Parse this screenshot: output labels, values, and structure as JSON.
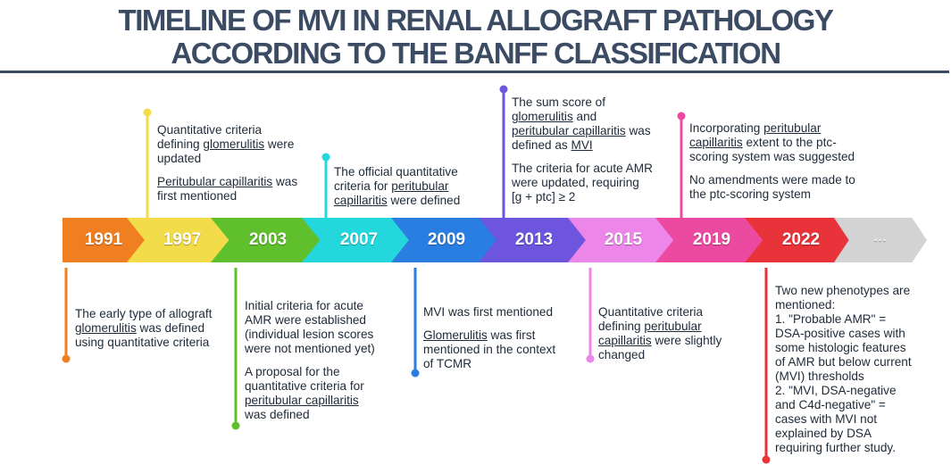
{
  "title": {
    "line1": "TIMELINE  OF  MVI IN RENAL ALLOGRAFT PATHOLOGY",
    "line2": "ACCORDING TO  THE  BANFF CLASSIFICATION"
  },
  "colors": {
    "title": "#3a4b63",
    "y1991": "#f07f22",
    "y1997": "#f2dc4a",
    "y2003": "#5fbf2c",
    "y2007": "#23d7dc",
    "y2009": "#2a7de1",
    "y2013": "#6d55de",
    "y2015": "#ec86e8",
    "y2019": "#ec4aa0",
    "y2022": "#e8333a",
    "more": "#d3d3d3"
  },
  "years": [
    "1991",
    "1997",
    "2003",
    "2007",
    "2009",
    "2013",
    "2015",
    "2019",
    "2022",
    "···"
  ],
  "events": {
    "y1991": {
      "lines": [
        [
          {
            "t": "The early type of allograft"
          }
        ],
        [
          {
            "t": "glomerulitis",
            "u": true
          },
          {
            "t": " was defined"
          }
        ],
        [
          {
            "t": "using quantitative criteria"
          }
        ]
      ]
    },
    "y1997": {
      "paragraphs": [
        [
          [
            {
              "t": "Quantitative criteria"
            }
          ],
          [
            {
              "t": "defining "
            },
            {
              "t": "glomerulitis",
              "u": true
            },
            {
              "t": " were"
            }
          ],
          [
            {
              "t": "updated"
            }
          ]
        ],
        [
          [
            {
              "t": "Peritubular capillaritis",
              "u": true
            },
            {
              "t": " was"
            }
          ],
          [
            {
              "t": "first mentioned"
            }
          ]
        ]
      ]
    },
    "y2003": {
      "paragraphs": [
        [
          [
            {
              "t": "Initial criteria for acute"
            }
          ],
          [
            {
              "t": "AMR were established"
            }
          ],
          [
            {
              "t": "(individual lesion scores"
            }
          ],
          [
            {
              "t": "were not mentioned yet)"
            }
          ]
        ],
        [
          [
            {
              "t": "A proposal for the"
            }
          ],
          [
            {
              "t": "quantitative criteria for"
            }
          ],
          [
            {
              "t": "peritubular capillaritis",
              "u": true
            }
          ],
          [
            {
              "t": "was defined"
            }
          ]
        ]
      ]
    },
    "y2007": {
      "lines": [
        [
          {
            "t": "The official quantitative"
          }
        ],
        [
          {
            "t": "criteria for "
          },
          {
            "t": "peritubular",
            "u": true
          }
        ],
        [
          {
            "t": "capillaritis",
            "u": true
          },
          {
            "t": " were defined"
          }
        ]
      ]
    },
    "y2009": {
      "paragraphs": [
        [
          [
            {
              "t": "MVI was first mentioned"
            }
          ]
        ],
        [
          [
            {
              "t": "Glomerulitis",
              "u": true
            },
            {
              "t": " was first"
            }
          ],
          [
            {
              "t": "mentioned in the context"
            }
          ],
          [
            {
              "t": "of TCMR"
            }
          ]
        ]
      ]
    },
    "y2013": {
      "paragraphs": [
        [
          [
            {
              "t": "The sum score of"
            }
          ],
          [
            {
              "t": "glomerulitis",
              "u": true
            },
            {
              "t": " and"
            }
          ],
          [
            {
              "t": "peritubular capillaritis",
              "u": true
            },
            {
              "t": " was"
            }
          ],
          [
            {
              "t": "defined as "
            },
            {
              "t": "MVI",
              "u": true
            }
          ]
        ],
        [
          [
            {
              "t": "The criteria for acute AMR"
            }
          ],
          [
            {
              "t": "were updated, requiring"
            }
          ],
          [
            {
              "t": "[g + ptc] ≥ 2"
            }
          ]
        ]
      ]
    },
    "y2015": {
      "lines": [
        [
          {
            "t": "Quantitative criteria"
          }
        ],
        [
          {
            "t": "defining "
          },
          {
            "t": "peritubular",
            "u": true
          }
        ],
        [
          {
            "t": "capillaritis",
            "u": true
          },
          {
            "t": " were slightly"
          }
        ],
        [
          {
            "t": "changed"
          }
        ]
      ]
    },
    "y2019": {
      "paragraphs": [
        [
          [
            {
              "t": "Incorporating "
            },
            {
              "t": "peritubular",
              "u": true
            }
          ],
          [
            {
              "t": "capillaritis",
              "u": true
            },
            {
              "t": " extent to the ptc-"
            }
          ],
          [
            {
              "t": "scoring system was suggested"
            }
          ]
        ],
        [
          [
            {
              "t": "No amendments were made to"
            }
          ],
          [
            {
              "t": "the ptc-scoring system"
            }
          ]
        ]
      ]
    },
    "y2022": {
      "lines": [
        [
          {
            "t": "Two new phenotypes are"
          }
        ],
        [
          {
            "t": "mentioned:"
          }
        ],
        [
          {
            "t": "1. \"Probable AMR\" ="
          }
        ],
        [
          {
            "t": "DSA-positive cases with"
          }
        ],
        [
          {
            "t": "some histologic features"
          }
        ],
        [
          {
            "t": "of AMR but below current"
          }
        ],
        [
          {
            "t": "(MVI) thresholds"
          }
        ],
        [
          {
            "t": "2. \"MVI, DSA-negative"
          }
        ],
        [
          {
            "t": "and C4d-negative\" ="
          }
        ],
        [
          {
            "t": "cases with MVI not"
          }
        ],
        [
          {
            "t": "explained by DSA"
          }
        ],
        [
          {
            "t": "requiring further study."
          }
        ]
      ]
    }
  }
}
